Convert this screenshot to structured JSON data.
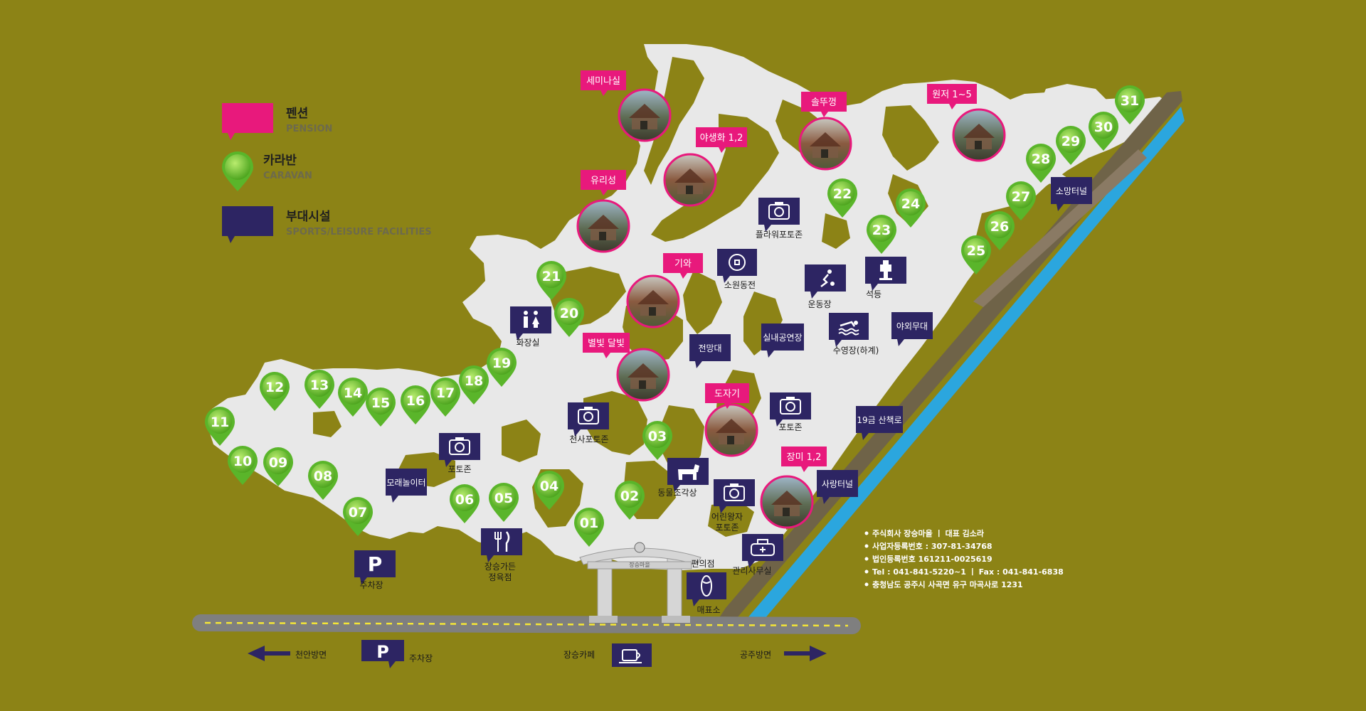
{
  "colors": {
    "background": "#8c8316",
    "land": "#e8e8e8",
    "pension": "#e8197c",
    "caravan": "#5ab52a",
    "caravan_light": "#8ed64f",
    "facility": "#2d2563",
    "road": "#7f7f7f",
    "river": "#2ba6de",
    "rail": "#6f6348"
  },
  "legend": [
    {
      "kind": "pension",
      "title": "펜션",
      "subtitle": "PENSION"
    },
    {
      "kind": "caravan",
      "title": "카라반",
      "subtitle": "CARAVAN"
    },
    {
      "kind": "facility",
      "title": "부대시설",
      "subtitle": "SPORTS/LEISURE FACILITIES"
    }
  ],
  "caravans": [
    "01",
    "02",
    "03",
    "04",
    "05",
    "06",
    "07",
    "08",
    "09",
    "10",
    "11",
    "12",
    "13",
    "14",
    "15",
    "16",
    "17",
    "18",
    "19",
    "20",
    "21",
    "22",
    "23",
    "24",
    "25",
    "26",
    "27",
    "28",
    "29",
    "30",
    "31"
  ],
  "pensions": [
    "세미나실",
    "야생화 1,2",
    "유리성",
    "기와",
    "별빛 달빛",
    "도자기",
    "장미 1,2",
    "솔뚜껑",
    "원저 1~5"
  ],
  "facilities": [
    {
      "icon": "camera-icon",
      "label": "플라워포토존"
    },
    {
      "icon": "coin-icon",
      "label": "소원동전"
    },
    {
      "icon": "sports-icon",
      "label": "운동장"
    },
    {
      "icon": "lantern-icon",
      "label": "석등"
    },
    {
      "icon": "",
      "label": "실내공연장"
    },
    {
      "icon": "swim-icon",
      "label": "수영장(하계)"
    },
    {
      "icon": "",
      "label": "야외무대"
    },
    {
      "icon": "restroom-icon",
      "label": "화장실"
    },
    {
      "icon": "",
      "label": "전망대"
    },
    {
      "icon": "camera-icon",
      "label": "천사포토존"
    },
    {
      "icon": "camera-icon",
      "label": "포토존"
    },
    {
      "icon": "camera-icon",
      "label": "포토존"
    },
    {
      "icon": "",
      "label": "19금 산책로"
    },
    {
      "icon": "",
      "label": "모래놀이터"
    },
    {
      "icon": "animal-icon",
      "label": "동물조각상"
    },
    {
      "icon": "camera-icon",
      "label": "어린왕자\n포토존"
    },
    {
      "icon": "",
      "label": "사랑터널"
    },
    {
      "icon": "restaurant-icon",
      "label": "장승가든\n정육점"
    },
    {
      "icon": "parking-icon",
      "label": "주차장"
    },
    {
      "icon": "office-icon",
      "label": "관리사무실"
    },
    {
      "icon": "",
      "label": "편의점"
    },
    {
      "icon": "slipper-icon",
      "label": "매표소"
    },
    {
      "icon": "",
      "label": "소망터널"
    }
  ],
  "bottom": {
    "left_direction": "천안방면",
    "right_direction": "공주방면",
    "parking_label": "주차장",
    "cafe_label": "장승카페"
  },
  "company_info": [
    "주식회사 장승마을 ㅣ 대표 김소라",
    "사업자등록번호 : 307-81-34768",
    "법인등록번호 161211-0025619",
    "Tel : 041-841-5220~1 ㅣ Fax : 041-841-6838",
    "충청남도 공주시 사곡면 유구 마곡사로 1231"
  ],
  "gate_text": "장승마을"
}
